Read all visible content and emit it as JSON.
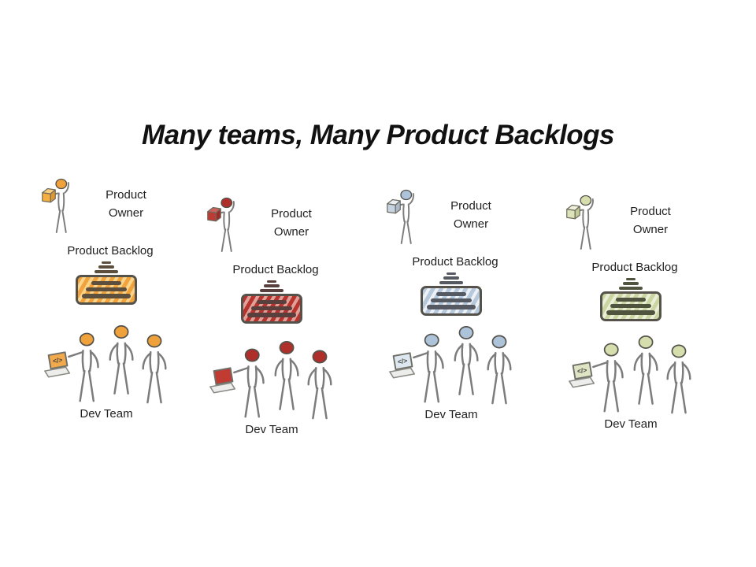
{
  "slide": {
    "title": "Many teams, Many Product Backlogs"
  },
  "teams": [
    {
      "name": "team-orange",
      "product_owner_label": "Product Owner",
      "product_backlog_label": "Product Backlog",
      "dev_team_label": "Dev Team",
      "dev_count": 3,
      "laptop_code": "</>",
      "colors": {
        "head": "#EFA23B",
        "cube": "#F5AE3F",
        "cube-top": "#F9CD7E",
        "cube-side": "#E0992F",
        "hatch-a": "#F0A23C",
        "hatch-b": "#FBD48C",
        "bar": "#5C4F3D",
        "screen": "#F2A94C"
      }
    },
    {
      "name": "team-red",
      "product_owner_label": "Product Owner",
      "product_backlog_label": "Product Backlog",
      "dev_team_label": "Dev Team",
      "dev_count": 3,
      "laptop_code": "",
      "colors": {
        "head": "#AF2F2B",
        "cube": "#BE3A34",
        "cube-top": "#CE615B",
        "cube-side": "#9E2B27",
        "hatch-a": "#B7332E",
        "hatch-b": "#E0A19B",
        "bar": "#5A403C",
        "screen": "#C23B33"
      }
    },
    {
      "name": "team-blue",
      "product_owner_label": "Product Owner",
      "product_backlog_label": "Product Backlog",
      "dev_team_label": "Dev Team",
      "dev_count": 3,
      "laptop_code": "</>",
      "colors": {
        "head": "#ADC3DA",
        "cube": "#C6D3E1",
        "cube-top": "#E9EFF5",
        "cube-side": "#A9BBCD",
        "hatch-a": "#B6C9DC",
        "hatch-b": "#EDF1F6",
        "bar": "#555A62",
        "screen": "#DDE7F0"
      }
    },
    {
      "name": "team-green",
      "product_owner_label": "Product Owner",
      "product_backlog_label": "Product Backlog",
      "dev_team_label": "Dev Team",
      "dev_count": 3,
      "laptop_code": "</>",
      "colors": {
        "head": "#D6DEAD",
        "cube": "#DCE3B9",
        "cube-top": "#EEF1DA",
        "cube-side": "#C2CB95",
        "hatch-a": "#CBD5A2",
        "hatch-b": "#EAEED6",
        "bar": "#50543F",
        "screen": "#DEE4C4"
      }
    }
  ]
}
